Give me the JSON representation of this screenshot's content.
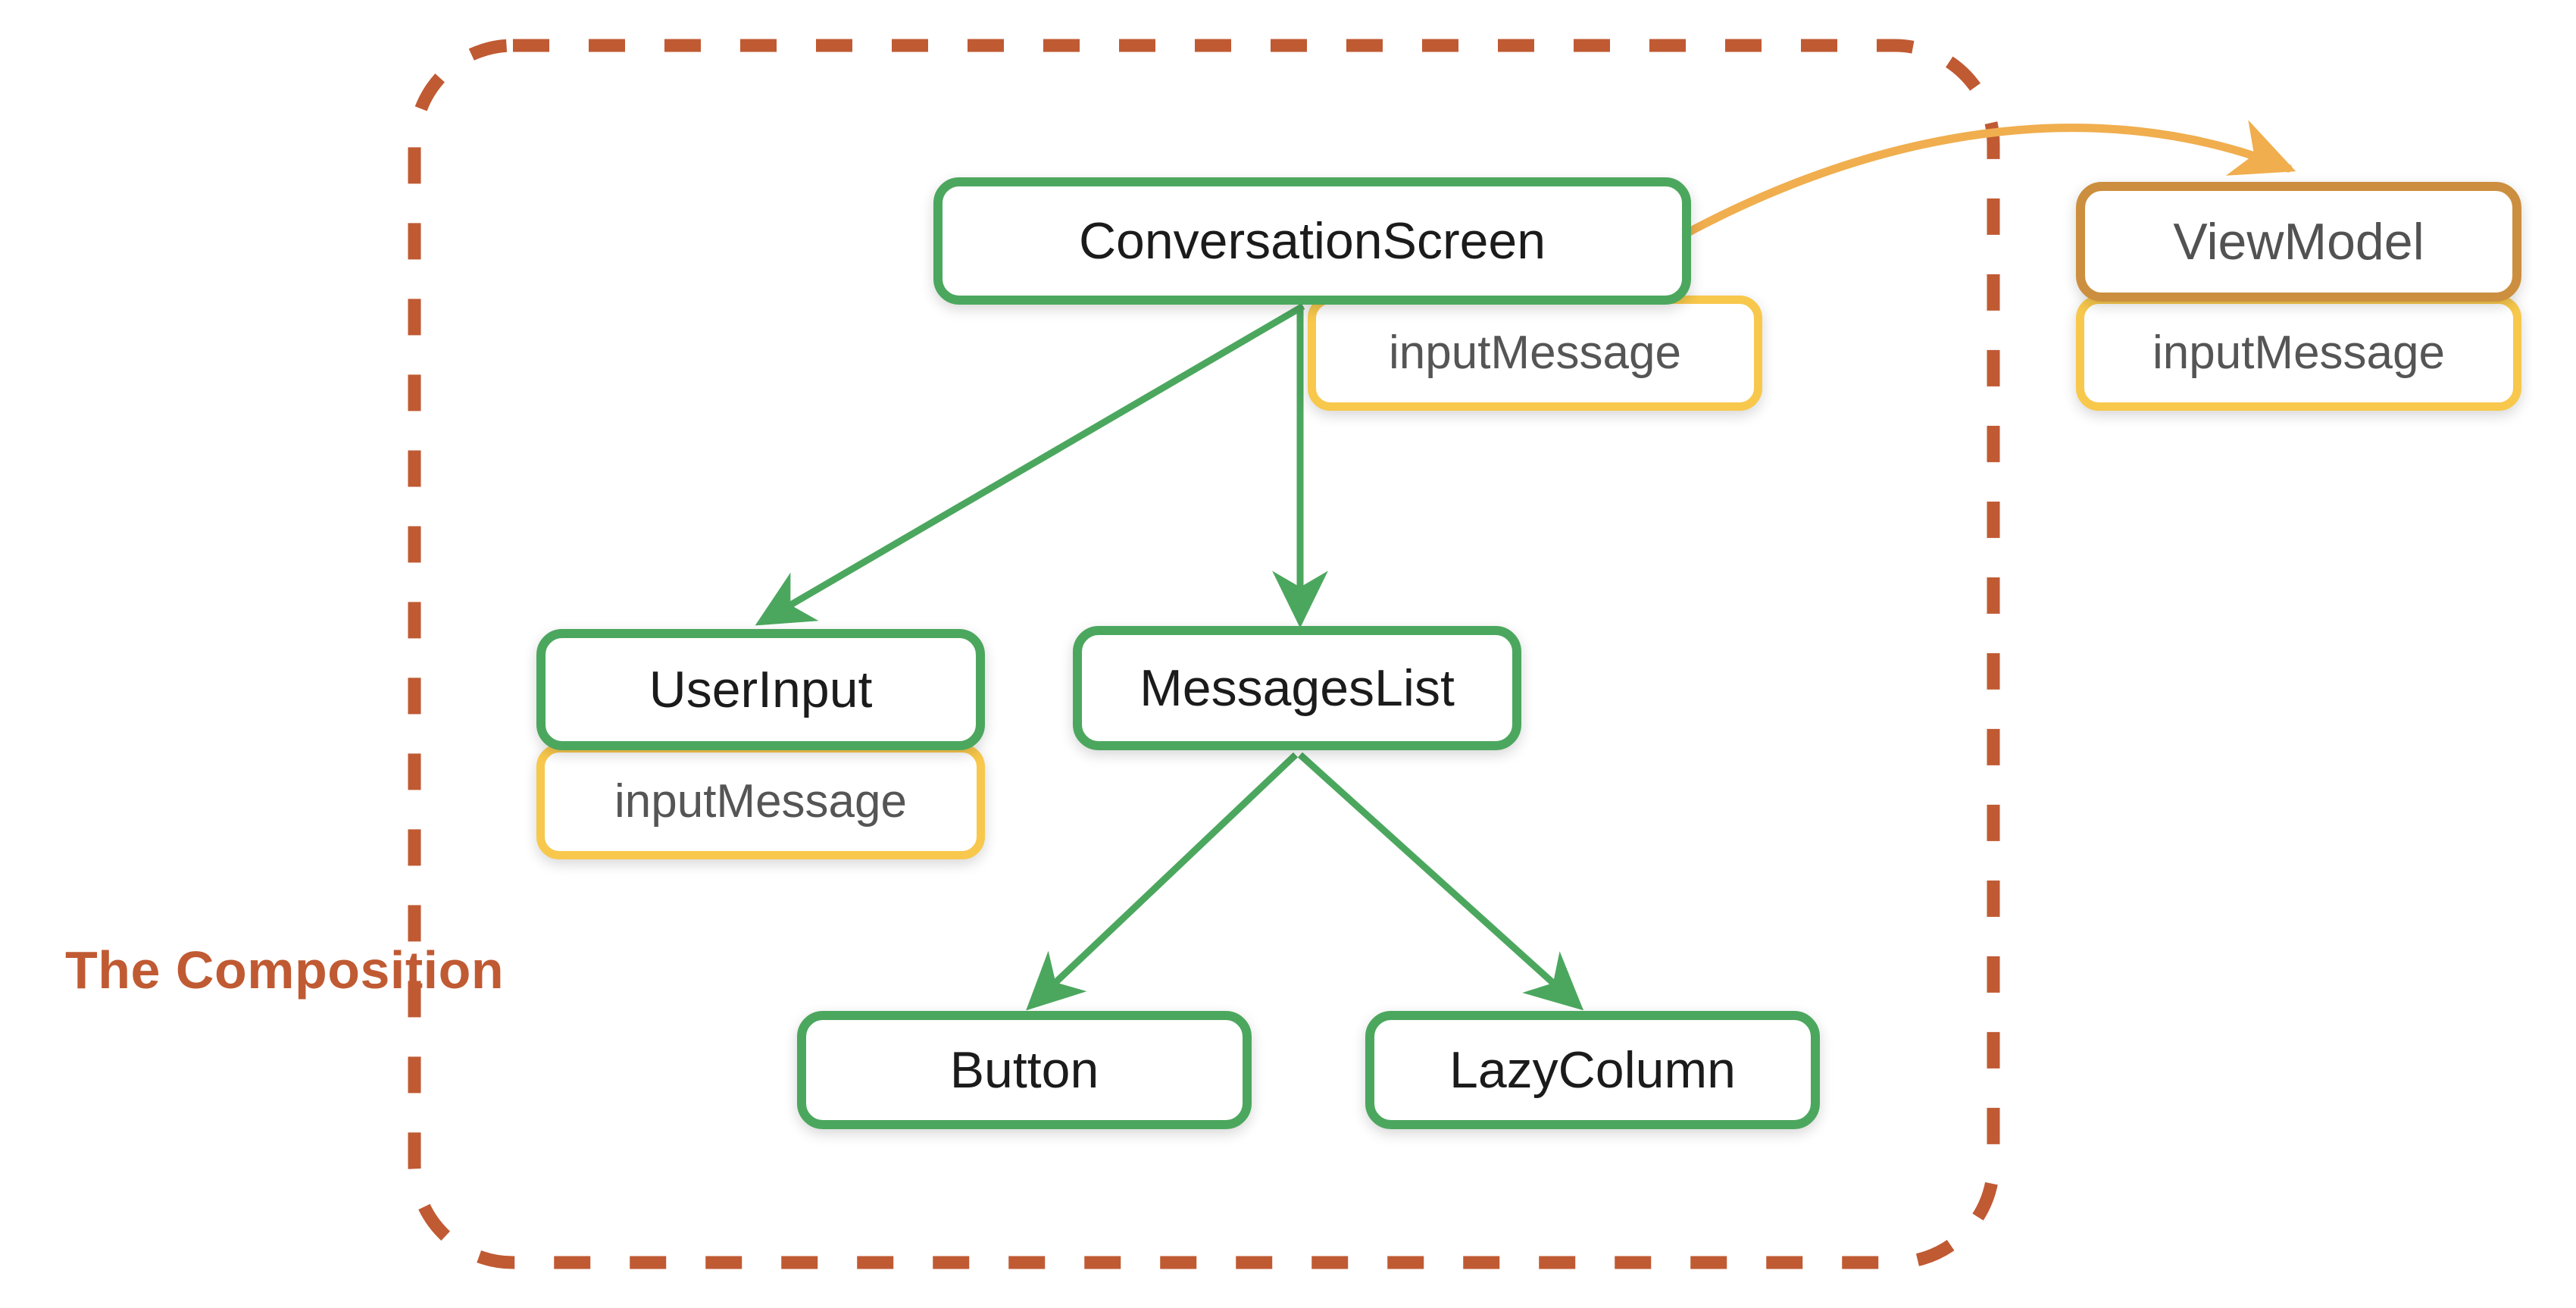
{
  "diagram": {
    "title": "The Composition",
    "caption": "The Composition",
    "colors": {
      "composable_border": "#4CA75E",
      "state_border": "#F8C84C",
      "viewmodel_border": "#CC8F3F",
      "composition_boundary": "#C05A33",
      "viewmodel_arrow": "#F0AE4E",
      "node_text": "#1b1b1b",
      "state_text": "#555555",
      "background": "#ffffff"
    },
    "boundary": {
      "label": "The Composition",
      "style": "dashed-rounded-rectangle",
      "color": "#C05A33"
    },
    "nodes": [
      {
        "id": "conversationscreen",
        "label": "ConversationScreen",
        "kind": "composable"
      },
      {
        "id": "viewmodel",
        "label": "ViewModel",
        "kind": "viewmodel"
      },
      {
        "id": "userinput",
        "label": "UserInput",
        "kind": "composable"
      },
      {
        "id": "messageslist",
        "label": "MessagesList",
        "kind": "composable"
      },
      {
        "id": "button",
        "label": "Button",
        "kind": "composable"
      },
      {
        "id": "lazycolumn",
        "label": "LazyColumn",
        "kind": "composable"
      }
    ],
    "state_chips": [
      {
        "id": "state-conversationscreen",
        "label": "inputMessage",
        "owner": "conversationscreen"
      },
      {
        "id": "state-viewmodel",
        "label": "inputMessage",
        "owner": "viewmodel"
      },
      {
        "id": "state-userinput",
        "label": "inputMessage",
        "owner": "userinput"
      }
    ],
    "edges": [
      {
        "from": "conversationscreen",
        "to": "userinput",
        "color": "#4CA75E",
        "style": "solid"
      },
      {
        "from": "conversationscreen",
        "to": "messageslist",
        "color": "#4CA75E",
        "style": "solid"
      },
      {
        "from": "messageslist",
        "to": "button",
        "color": "#4CA75E",
        "style": "solid"
      },
      {
        "from": "messageslist",
        "to": "lazycolumn",
        "color": "#4CA75E",
        "style": "solid"
      },
      {
        "from": "conversationscreen",
        "to": "viewmodel",
        "color": "#F0AE4E",
        "style": "curved"
      }
    ]
  }
}
